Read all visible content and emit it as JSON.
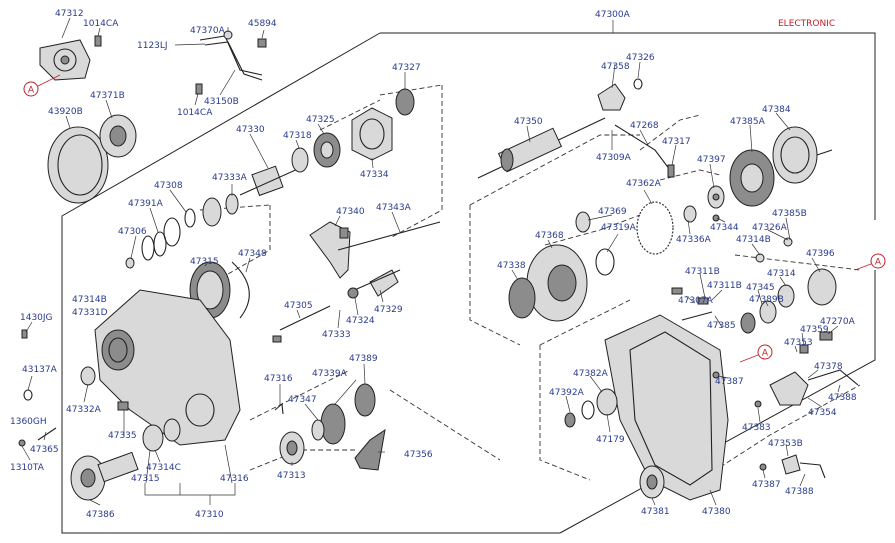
{
  "diagram": {
    "header_label": "ELECTRONIC",
    "ref_marker": "A",
    "labels": {
      "p47312": "47312",
      "p1014CA_a": "1014CA",
      "p47370A": "47370A",
      "p1123LJ": "1123LJ",
      "p45894": "45894",
      "p43150B": "43150B",
      "p1014CA_b": "1014CA",
      "p43920B": "43920B",
      "p47371B": "47371B",
      "p47300A": "47300A",
      "p47327": "47327",
      "p47325": "47325",
      "p47330": "47330",
      "p47318": "47318",
      "p47334": "47334",
      "p47308": "47308",
      "p47333A": "47333A",
      "p47391A": "47391A",
      "p47306": "47306",
      "p47340": "47340",
      "p47343A": "47343A",
      "p47315a": "47315",
      "p47348": "47348",
      "p47314B": "47314B",
      "p47331D": "47331D",
      "p47305": "47305",
      "p47324": "47324",
      "p47329": "47329",
      "p47333": "47333",
      "p1430JG": "1430JG",
      "p43137A": "43137A",
      "p47332A": "47332A",
      "p47316a": "47316",
      "p47339A": "47339A",
      "p47389": "47389",
      "p47347": "47347",
      "p1360GH": "1360GH",
      "p47365": "47365",
      "p47335": "47335",
      "p1310TA": "1310TA",
      "p47314C": "47314C",
      "p47356": "47356",
      "p47315b": "47315",
      "p47316b": "47316",
      "p47313": "47313",
      "p47386": "47386",
      "p47310": "47310",
      "p47358": "47358",
      "p47326": "47326",
      "p47350": "47350",
      "p47268": "47268",
      "p47309A": "47309A",
      "p47317": "47317",
      "p47384": "47384",
      "p47385A": "47385A",
      "p47397": "47397",
      "p47362A": "47362A",
      "p47369": "47369",
      "p47368": "47368",
      "p47319A": "47319A",
      "p47344": "47344",
      "p47326A": "47326A",
      "p47385B": "47385B",
      "p47314B2": "47314B",
      "p47336A": "47336A",
      "p47396": "47396",
      "p47338": "47338",
      "p47311B_a": "47311B",
      "p47311B_b": "47311B",
      "p47314": "47314",
      "p47345": "47345",
      "p47307A": "47307A",
      "p47389B": "47389B",
      "p47270A": "47270A",
      "p47385": "47385",
      "p47359": "47359",
      "p47353": "47353",
      "p47382A": "47382A",
      "p47392A": "47392A",
      "p47387a": "47387",
      "p47378": "47378",
      "p47179": "47179",
      "p47383": "47383",
      "p47388a": "47388",
      "p47354": "47354",
      "p47353B": "47353B",
      "p47387b": "47387",
      "p47388b": "47388",
      "p47381": "47381",
      "p47380": "47380"
    }
  }
}
